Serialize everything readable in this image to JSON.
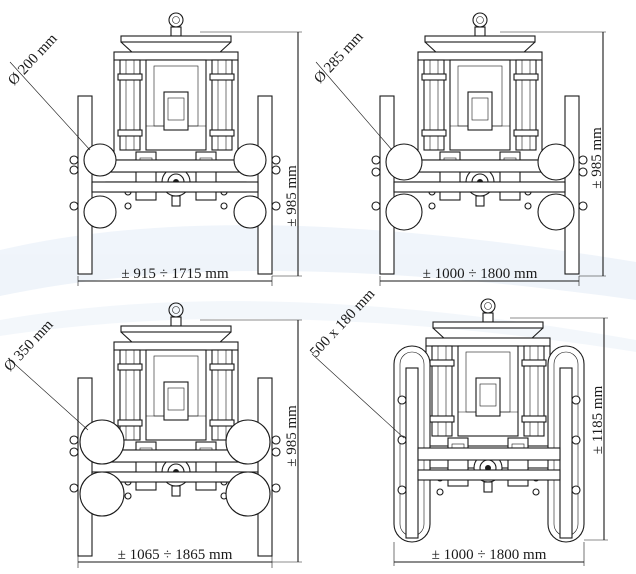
{
  "panels": [
    {
      "id": "p1",
      "pad_label": "Ø 200 mm",
      "height_label": "± 985 mm",
      "width_label": "± 915 ÷ 1715 mm",
      "pad_shape": "round"
    },
    {
      "id": "p2",
      "pad_label": "Ø 285 mm",
      "height_label": "± 985 mm",
      "width_label": "± 1000 ÷ 1800 mm",
      "pad_shape": "round"
    },
    {
      "id": "p3",
      "pad_label": "Ø 350 mm",
      "height_label": "± 985 mm",
      "width_label": "± 1065 ÷ 1865 mm",
      "pad_shape": "round"
    },
    {
      "id": "p4",
      "pad_label": "500 x 180 mm",
      "height_label": "± 1185 mm",
      "width_label": "± 1000 ÷ 1800 mm",
      "pad_shape": "rectangular"
    }
  ],
  "colors": {
    "line": "#1a1a1a",
    "background": "#ffffff",
    "watermark": "#dfe9f5"
  }
}
